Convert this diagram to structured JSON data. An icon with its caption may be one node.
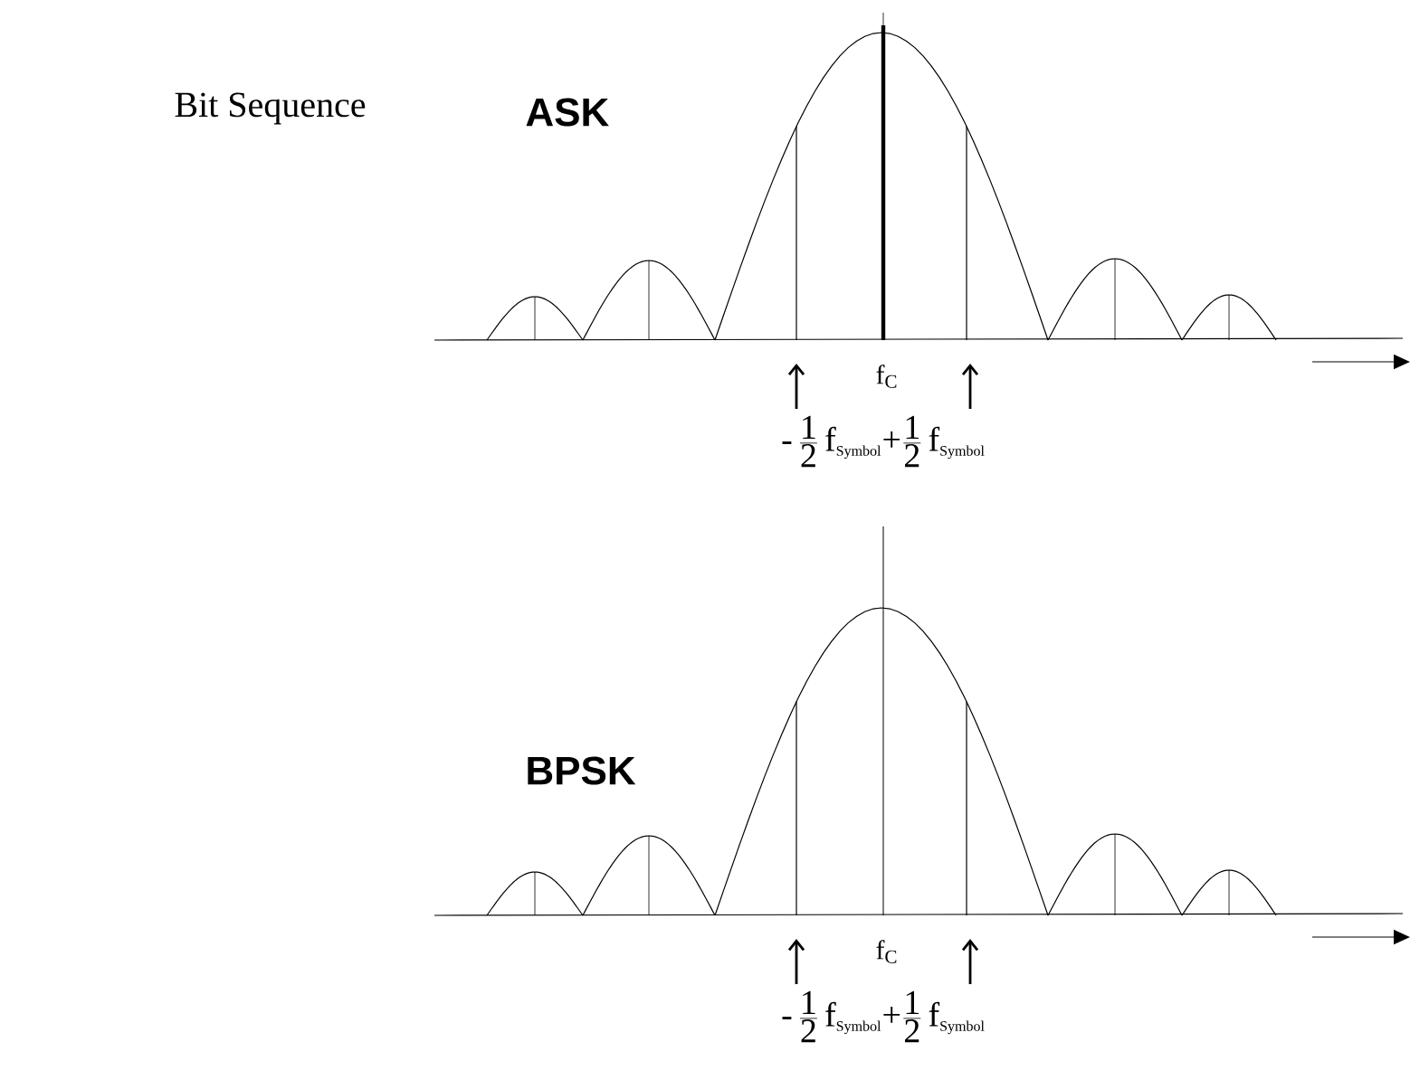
{
  "diagram": {
    "labels": [
      "Bit Sequence",
      "ASK",
      "f$_{C}$",
      "\\hbox{-}\\,\\frac{\\hbox{1}}{\\hbox{2}}\\,\\hbox{f}_{\\hbox{\\footnotesize Symbol}}\\hbox{+}\\frac{\\hbox{1}}{\\hbox{2}}\\,\\hbox{f}_{\\hbox{\\footnotesize Symbol}}",
      "BPSK",
      "f$_{C}$",
      "\\hbox{-}\\,\\frac{\\hbox{1}}{\\hbox{2}}\\,\\hbox{f}_{\\hbox{\\footnotesize Symbol}}\\hbox{+}\\frac{\\hbox{1}}{\\hbox{2}}\\,\\hbox{f}_{\\hbox{\\footnotesize Symbol}}"
    ]
  }
}
